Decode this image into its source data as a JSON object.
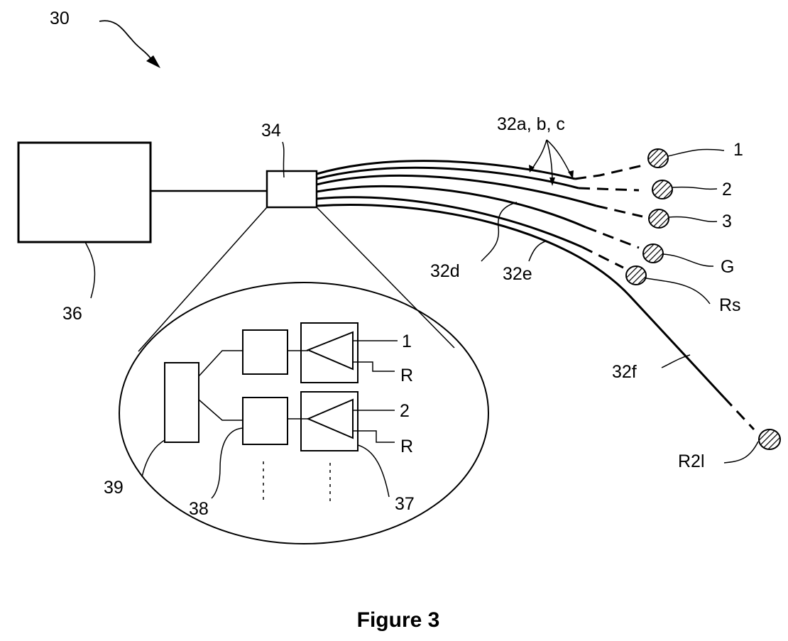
{
  "figure": {
    "caption": "Figure 3",
    "refs": {
      "system": "30",
      "unit_box": "36",
      "connector": "34",
      "leads_abc": "32a, b, c",
      "lead_d": "32d",
      "lead_e": "32e",
      "lead_f": "32f",
      "block_39": "39",
      "block_38": "38",
      "block_37": "37"
    },
    "electrodes": [
      "1",
      "2",
      "3",
      "G",
      "Rs",
      "R2l"
    ],
    "amplifier_inputs": {
      "amp1_signal": "1",
      "amp1_ref": "R",
      "amp2_signal": "2",
      "amp2_ref": "R"
    },
    "colors": {
      "line": "#000000",
      "background": "#ffffff"
    }
  }
}
